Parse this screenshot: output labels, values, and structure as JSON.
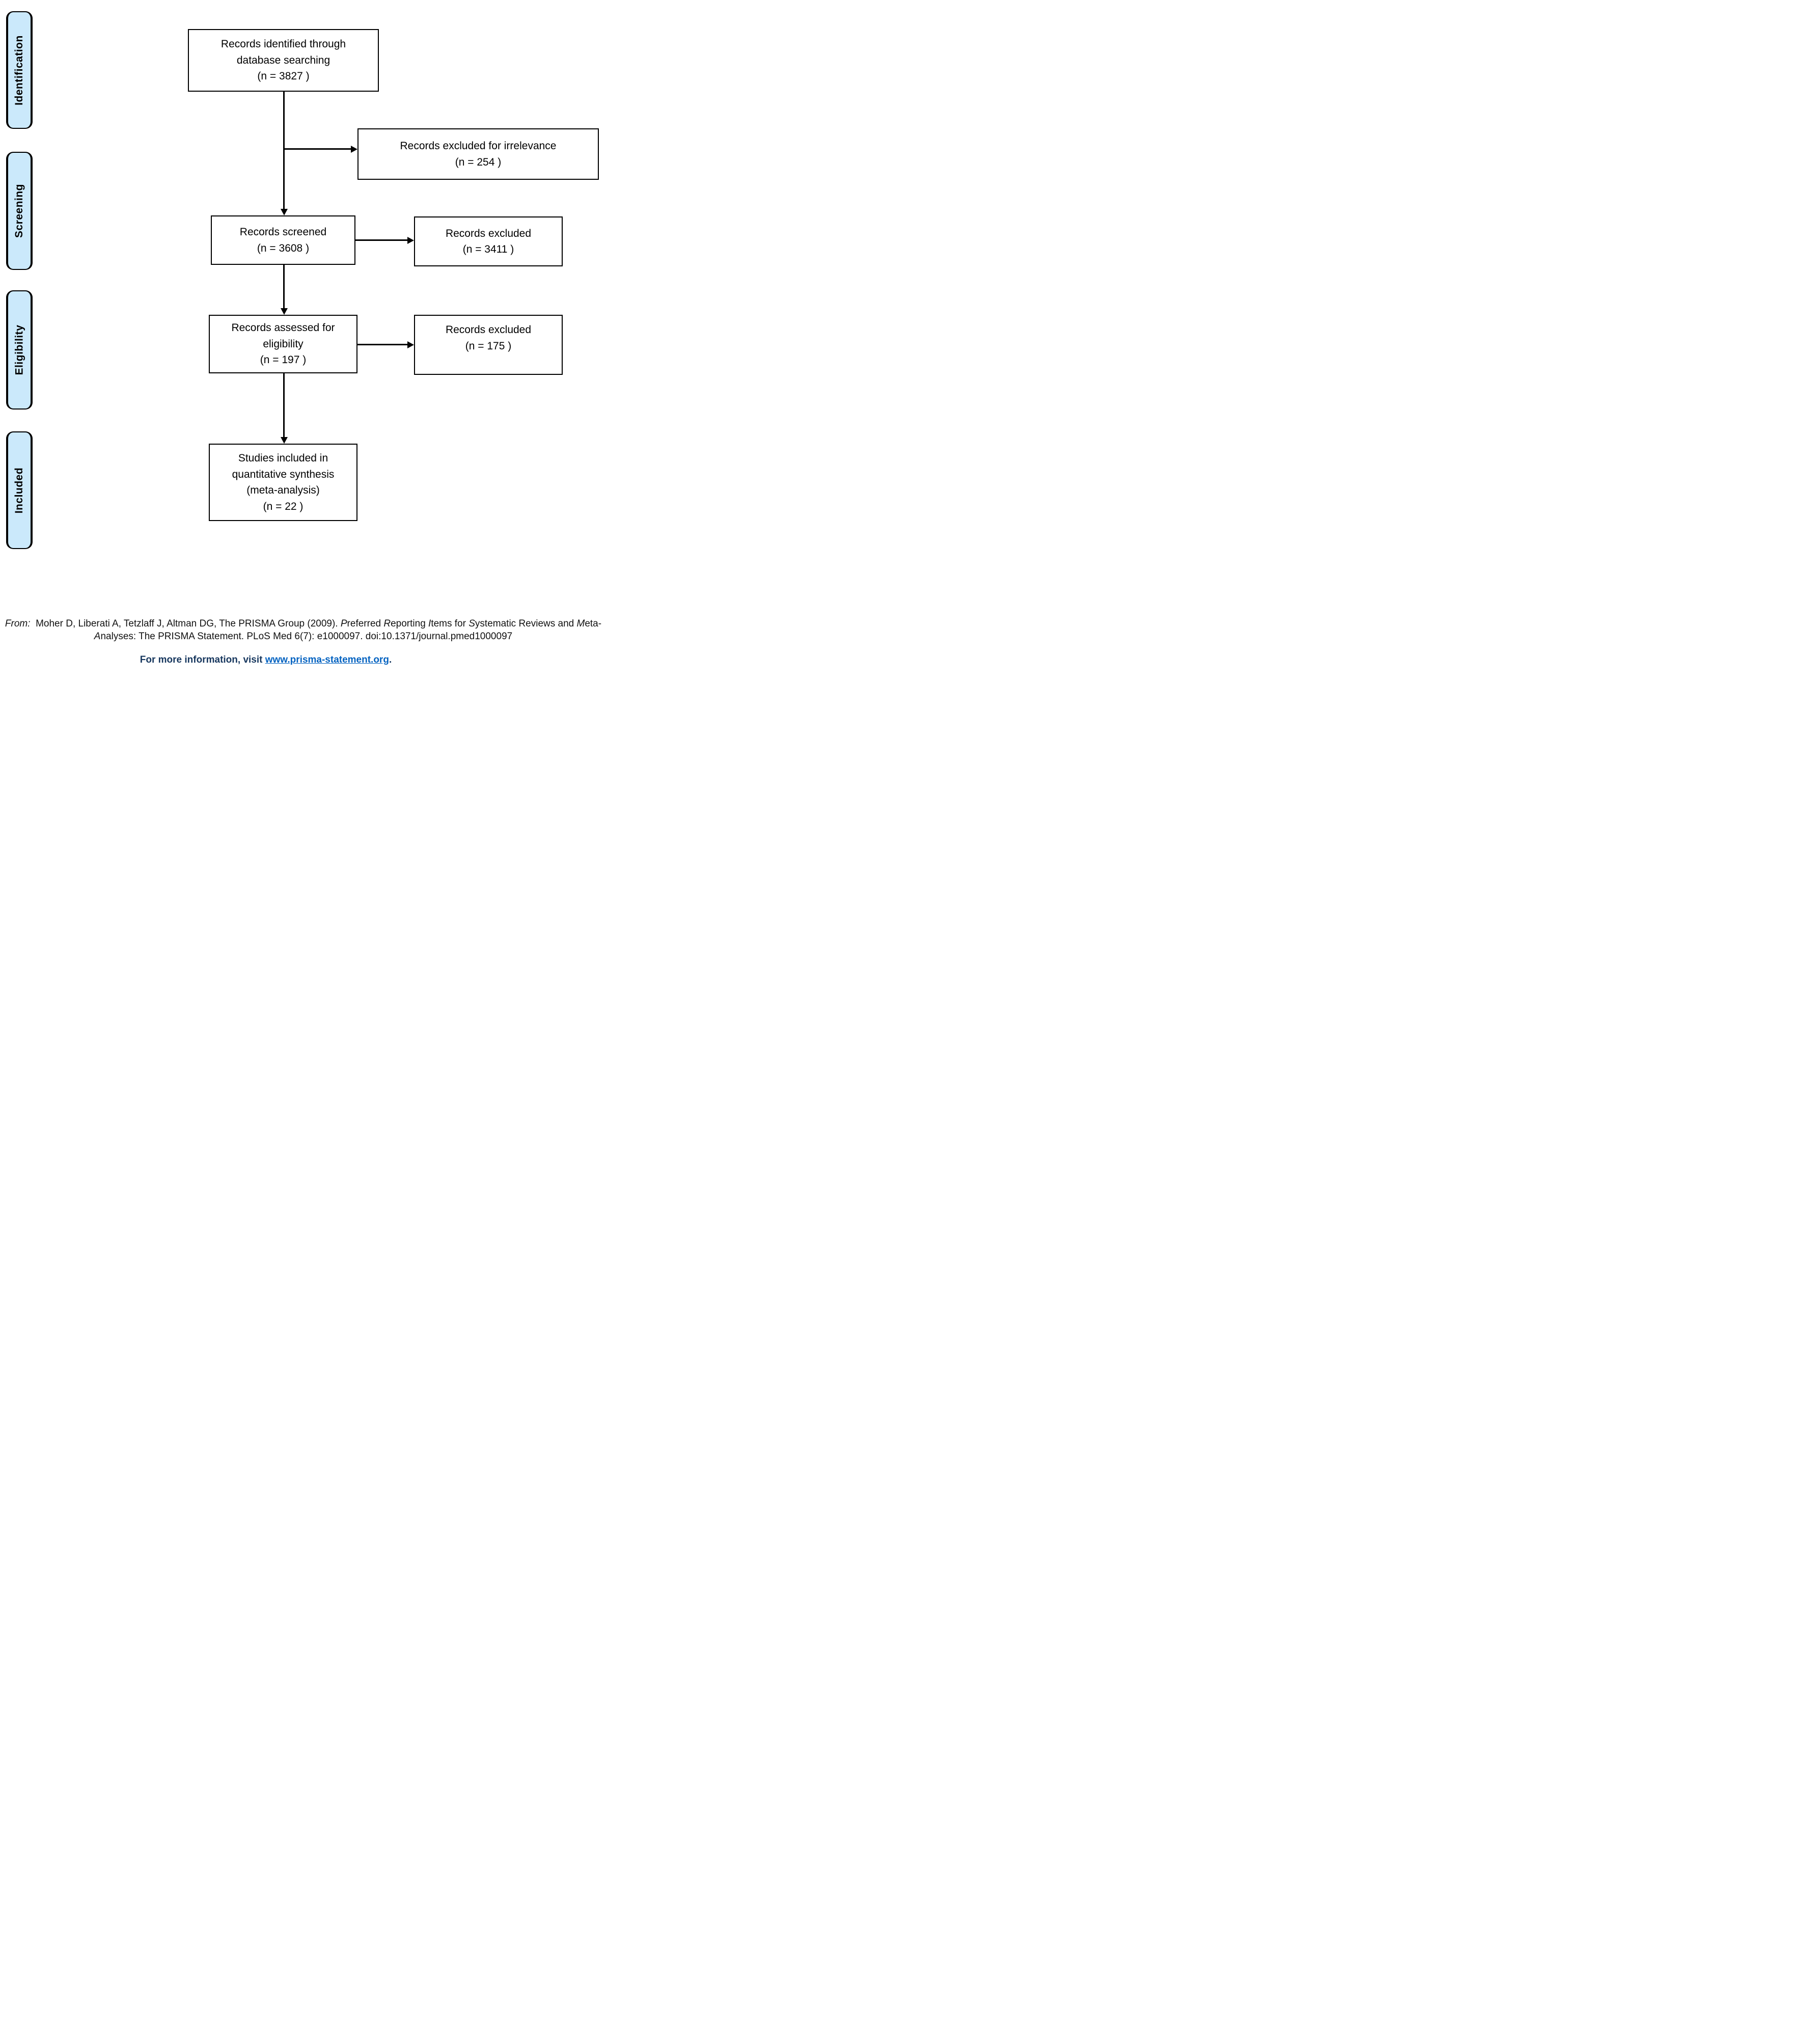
{
  "sidebar": {
    "fill_color": "#cbe9fb",
    "stages": [
      {
        "label": "Identification"
      },
      {
        "label": "Screening"
      },
      {
        "label": "Eligibility"
      },
      {
        "label": "Included"
      }
    ]
  },
  "flow": {
    "identified": {
      "text": "Records identified through\ndatabase searching\n(n = 3827 )"
    },
    "excluded_irrelevance": {
      "text": "Records excluded for irrelevance\n(n = 254 )"
    },
    "screened": {
      "text": "Records screened\n(n = 3608 )"
    },
    "excluded_screening": {
      "text": "Records excluded\n(n = 3411 )"
    },
    "assessed": {
      "text": "Records assessed for\neligibility\n(n = 197 )"
    },
    "excluded_eligibility": {
      "text": "Records excluded\n(n = 175 )"
    },
    "included_synthesis": {
      "text": "Studies included in\nquantitative synthesis\n(meta-analysis)\n(n = 22 )"
    },
    "counts": {
      "identified": 3827,
      "excluded_for_irrelevance": 254,
      "screened": 3608,
      "excluded_after_screening": 3411,
      "assessed_for_eligibility": 197,
      "excluded_after_assessment": 175,
      "included_in_meta_analysis": 22
    }
  },
  "footer": {
    "citation_parts": [
      {
        "t": "From:",
        "i": true
      },
      {
        "t": "  Moher D, Liberati A, Tetzlaff J, Altman DG, The PRISMA Group (2009). ",
        "i": false
      },
      {
        "t": "P",
        "i": true
      },
      {
        "t": "referred ",
        "i": false
      },
      {
        "t": "R",
        "i": true
      },
      {
        "t": "eporting ",
        "i": false
      },
      {
        "t": "I",
        "i": true
      },
      {
        "t": "tems for ",
        "i": false
      },
      {
        "t": "S",
        "i": true
      },
      {
        "t": "ystematic Reviews and ",
        "i": false
      },
      {
        "t": "M",
        "i": true
      },
      {
        "t": "eta-",
        "i": false
      },
      {
        "br": true
      },
      {
        "t": "A",
        "i": true
      },
      {
        "t": "nalyses: The PRISMA Statement. PLoS Med 6(7): e1000097. doi:10.1371/journal.pmed1000097",
        "i": false
      }
    ],
    "info_prefix": "For more information, visit ",
    "link_text": "www.prisma-statement.org",
    "suffix": ".",
    "info_color": "#17375e",
    "link_color": "#0563c1"
  }
}
